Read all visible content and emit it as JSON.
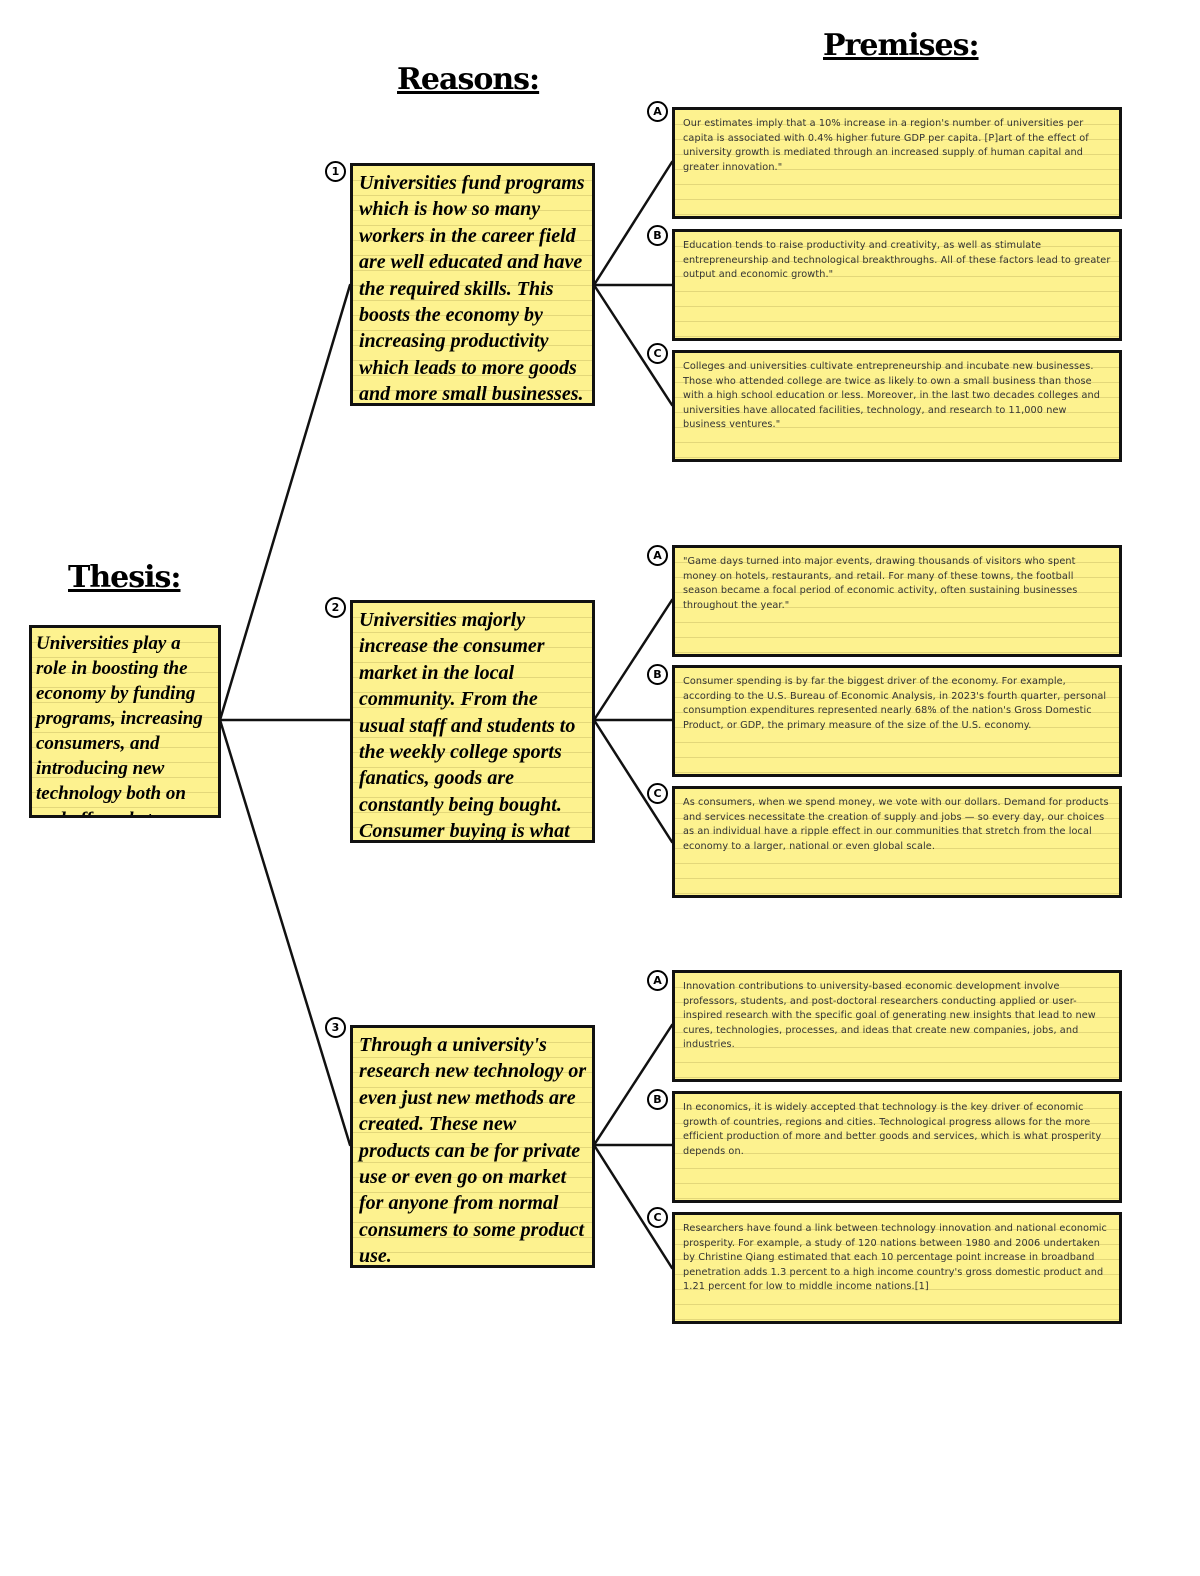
{
  "headings": {
    "thesis": "Thesis:",
    "reasons": "Reasons:",
    "premises": "Premises:"
  },
  "thesis": {
    "text": "Universities play a role in boosting the economy by funding programs, increasing consumers, and introducing new technology both on and off market."
  },
  "reasons": [
    {
      "marker": "1",
      "text": "Universities fund programs which is how so many workers in the career field are well educated and have the required skills. This boosts the economy by increasing productivity which leads to more goods and more small businesses.",
      "premises": [
        {
          "marker": "A",
          "text": "Our estimates imply that a 10% increase in a region's number of universities per capita is associated with 0.4% higher future GDP per capita. [P]art of the effect of university growth is mediated through an increased supply of human capital and greater innovation.\""
        },
        {
          "marker": "B",
          "text": "Education tends to raise productivity and creativity, as well as stimulate entrepreneurship and technological breakthroughs. All of these factors lead to greater output and economic growth.\""
        },
        {
          "marker": "C",
          "text": "Colleges and universities cultivate entrepreneurship and incubate new businesses. Those who attended college are twice as likely to own a small business than those with a high school education or less. Moreover, in the last two decades colleges and universities have allocated facilities, technology, and research to 11,000 new business ventures.\""
        }
      ]
    },
    {
      "marker": "2",
      "text": "Universities majorly increase the consumer market in the local community. From the usual staff and students to the weekly college sports fanatics, goods are constantly being bought. Consumer buying is what increases a nations GDP.",
      "premises": [
        {
          "marker": "A",
          "text": "\"Game days turned into major events, drawing thousands of visitors who spent money on hotels, restaurants, and retail. For many of these towns, the football season became a focal period of economic activity, often sustaining businesses throughout the year.\""
        },
        {
          "marker": "B",
          "text": "Consumer spending is by far the biggest driver of the economy. For example, according to the U.S. Bureau of Economic Analysis, in 2023's fourth quarter, personal consumption expenditures represented nearly 68% of the nation's Gross Domestic Product, or GDP, the primary measure of the size of the U.S. economy."
        },
        {
          "marker": "C",
          "text": "As consumers, when we spend money, we vote with our dollars. Demand for products and services necessitate the creation of supply and jobs — so every day, our choices as an individual have a ripple effect in our communities that stretch from the local economy to a larger, national or even global scale."
        }
      ]
    },
    {
      "marker": "3",
      "text": "Through a university's research new technology or even just new methods are created. These new products can be for private use or even go on market for anyone from normal consumers to some product use.",
      "premises": [
        {
          "marker": "A",
          "text": "Innovation contributions to university-based economic development involve professors, students, and post-doctoral researchers conducting applied or user-inspired research with the specific goal of generating new insights that lead to new cures, technologies, processes, and ideas that create new companies, jobs, and industries."
        },
        {
          "marker": "B",
          "text": "In economics, it is widely accepted that technology is the key driver of economic growth of countries, regions and cities. Technological progress allows for the more efficient production of more and better goods and services, which is what prosperity depends on."
        },
        {
          "marker": "C",
          "text": "Researchers have found a link between technology innovation and national economic prosperity. For example, a study of 120 nations between 1980 and 2006 undertaken by Christine Qiang estimated that each 10 percentage point increase in broadband penetration adds 1.3 percent to a high income country's gross domestic product and 1.21 percent for low to middle income nations.[1]"
        }
      ]
    }
  ]
}
